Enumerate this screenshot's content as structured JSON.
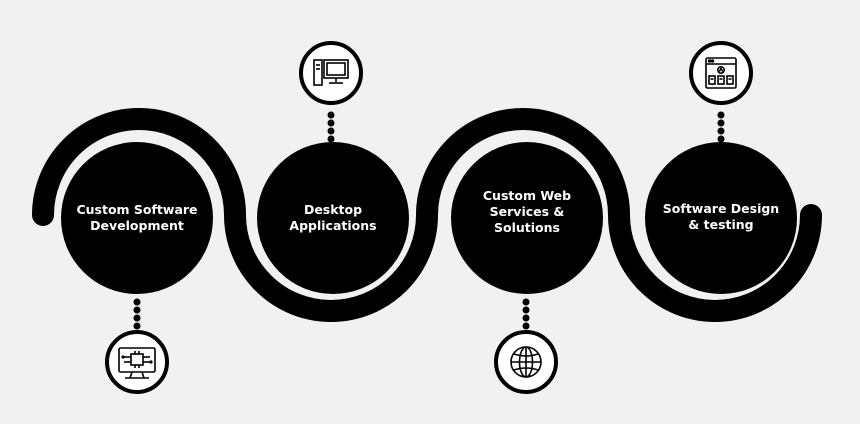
{
  "colors": {
    "background": "#f1f1f1",
    "ink": "#000000",
    "text": "#ffffff"
  },
  "steps": [
    {
      "lines": [
        "Custom Software",
        "Development"
      ],
      "icon": "circuit-board-monitor-icon"
    },
    {
      "lines": [
        "Desktop",
        "Applications"
      ],
      "icon": "desktop-computer-icon"
    },
    {
      "lines": [
        "Custom Web",
        "Services &",
        "Solutions"
      ],
      "icon": "globe-icon"
    },
    {
      "lines": [
        "Software Design",
        "& testing"
      ],
      "icon": "web-layout-icon"
    }
  ]
}
